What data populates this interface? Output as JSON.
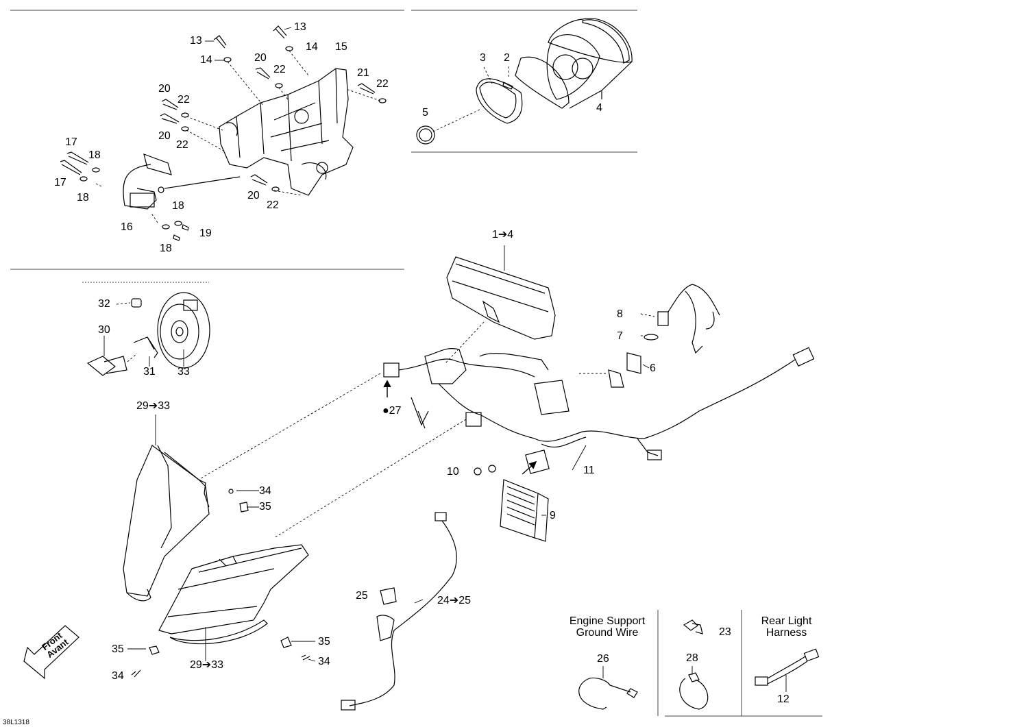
{
  "drawing_id": "38L1318",
  "front_arrow": {
    "line1": "Front",
    "line2": "Avant"
  },
  "captions": {
    "engine_support": {
      "line1": "Engine Support",
      "line2": "Ground Wire"
    },
    "rear_light": {
      "line1": "Rear Light",
      "line2": "Harness"
    }
  },
  "callouts": {
    "c13a": "13",
    "c13b": "13",
    "c14a": "14",
    "c14b": "14",
    "c15": "15",
    "c20a": "20",
    "c20b": "20",
    "c20c": "20",
    "c20d": "20",
    "c22a": "22",
    "c22b": "22",
    "c22c": "22",
    "c22d": "22",
    "c21": "21",
    "c17a": "17",
    "c17b": "17",
    "c18a": "18",
    "c18b": "18",
    "c18c": "18",
    "c18d": "18",
    "c16": "16",
    "c19": "19",
    "c3": "3",
    "c2": "2",
    "c4": "4",
    "c5": "5",
    "c1to4": "1➔4",
    "c8": "8",
    "c7": "7",
    "c6": "6",
    "c32": "32",
    "c30": "30",
    "c31": "31",
    "c33": "33",
    "c29to33a": "29➔33",
    "c29to33b": "29➔33",
    "c27": "27",
    "c10": "10",
    "c11": "11",
    "c9": "9",
    "c34a": "34",
    "c35a": "35",
    "c35b": "35",
    "c35c": "35",
    "c34b": "34",
    "c34c": "34",
    "c25": "25",
    "c24to25": "24➔25",
    "c23": "23",
    "c26": "26",
    "c28": "28",
    "c12": "12"
  }
}
